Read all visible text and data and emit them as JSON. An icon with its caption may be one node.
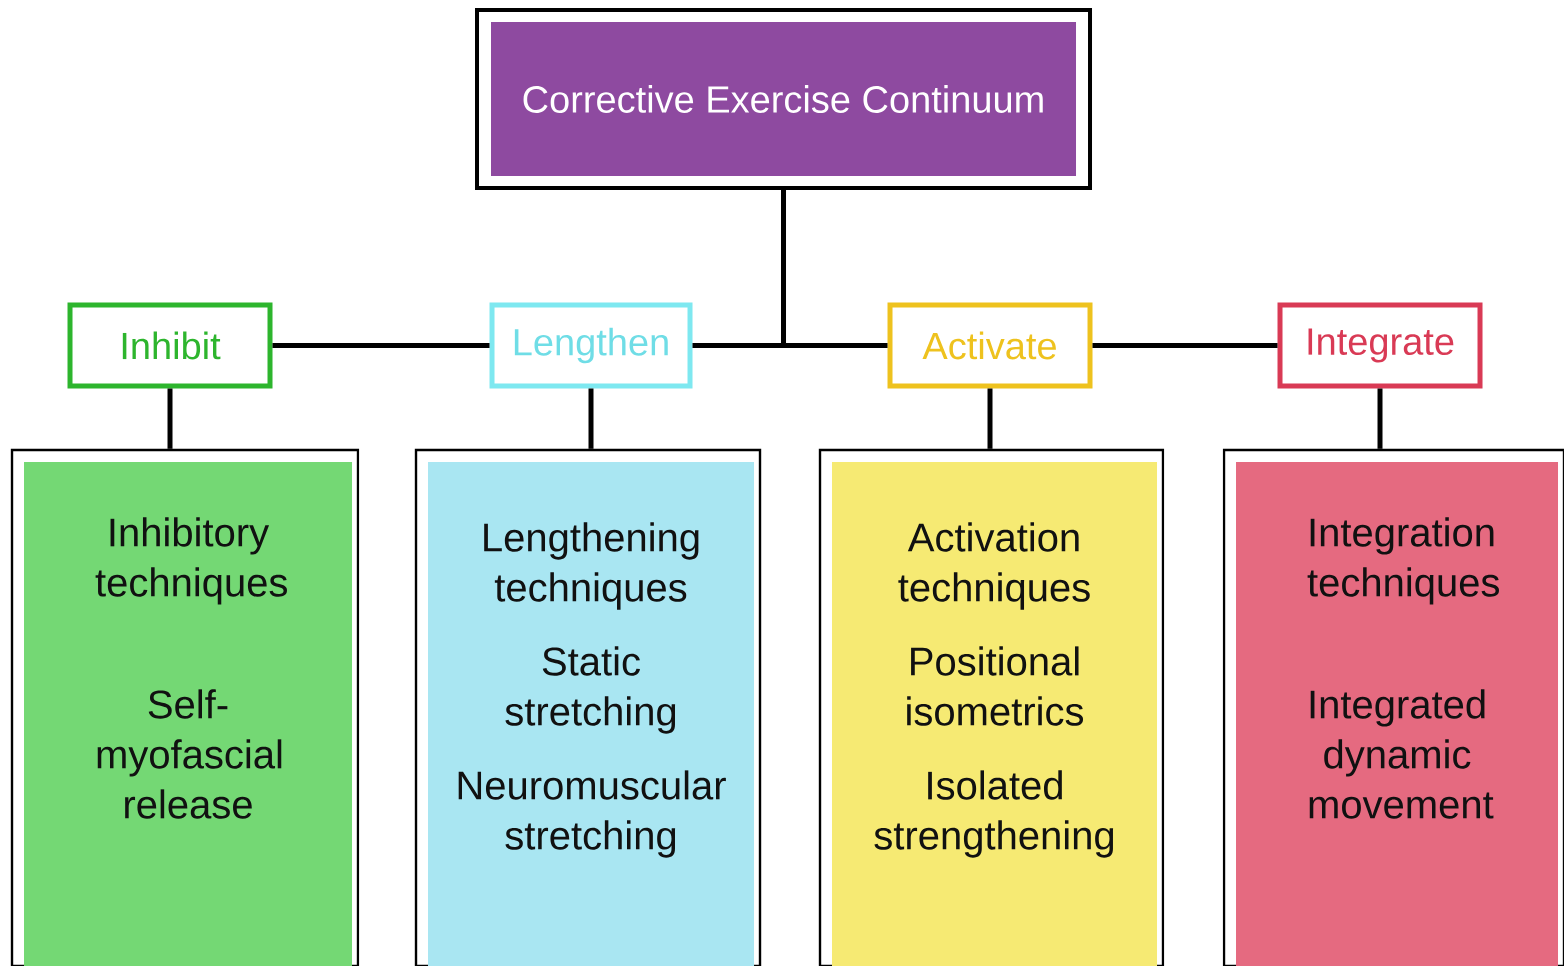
{
  "diagram": {
    "nodes": [
      {
        "text": [
          "Corrective Exercise Continuum"
        ]
      },
      {
        "text": [
          "Inhibit"
        ]
      },
      {
        "text": [
          "Lengthen"
        ]
      },
      {
        "text": [
          "Activate"
        ]
      },
      {
        "text": [
          "Integrate"
        ]
      },
      {
        "text": [
          "Inhibitory techniques",
          "Self-myofascial release"
        ]
      },
      {
        "text": [
          "Lengthening techniques",
          "Static stretching",
          "Neuromuscular stretching"
        ]
      },
      {
        "text": [
          "Activation techniques",
          "Positional isometrics",
          "Isolated strengthening"
        ]
      },
      {
        "text": [
          "Integration techniques",
          "Integrated dynamic movement"
        ]
      }
    ],
    "edges": [
      {
        "from": 1,
        "to": 2,
        "arrow": "none"
      },
      {
        "from": 0,
        "to": 2,
        "arrow": "none"
      },
      {
        "from": 0,
        "to": 3,
        "arrow": "none"
      },
      {
        "from": 3,
        "to": 4,
        "arrow": "none"
      },
      {
        "from": 1,
        "to": 5,
        "arrow": "none"
      },
      {
        "from": 2,
        "to": 6,
        "arrow": "none"
      },
      {
        "from": 3,
        "to": 7,
        "arrow": "none"
      },
      {
        "from": 4,
        "to": 8,
        "arrow": "none"
      }
    ]
  }
}
